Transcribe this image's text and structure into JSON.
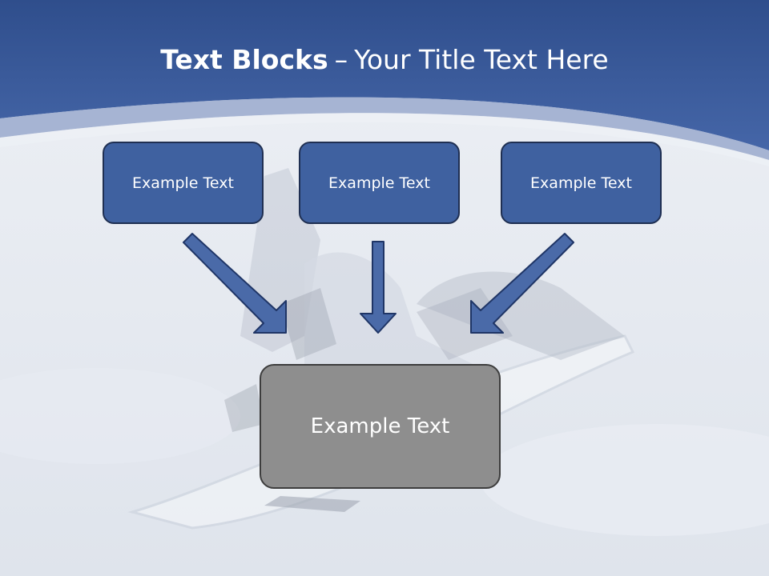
{
  "slide": {
    "title_bold": "Text Blocks",
    "title_separator": "–",
    "title_rest": "Your Title Text Here",
    "top_boxes": [
      {
        "label": "Example Text"
      },
      {
        "label": "Example Text"
      },
      {
        "label": "Example Text"
      }
    ],
    "main_box": {
      "label": "Example Text"
    },
    "colors": {
      "header_blue": "#3d5d9d",
      "box_blue": "#3f61a0",
      "box_border": "#1f2f52",
      "main_box_gray": "#8e8e8e",
      "arrow_blue": "#4a6aa8"
    }
  }
}
